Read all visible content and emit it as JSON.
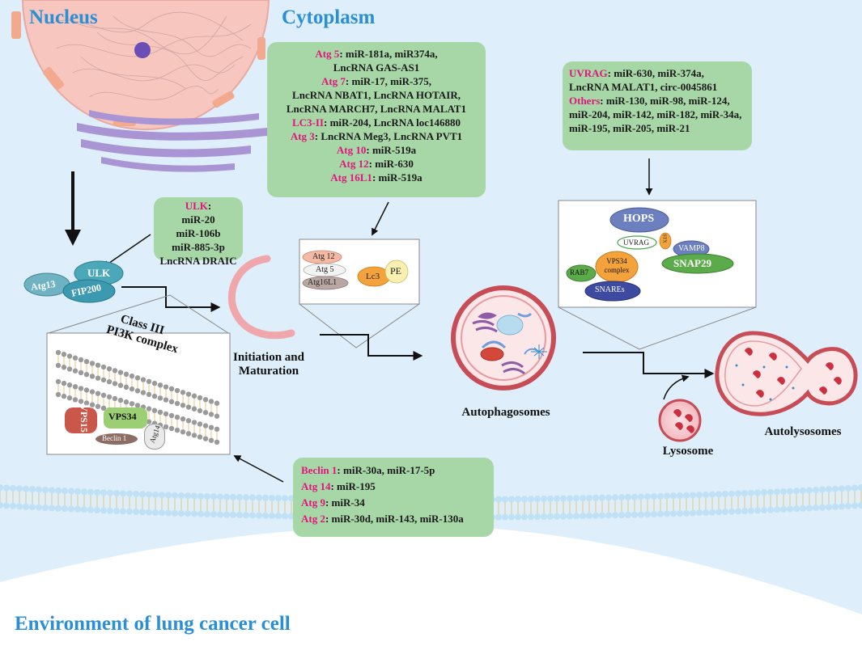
{
  "titles": {
    "nucleus": "Nucleus",
    "cytoplasm": "Cytoplasm",
    "environment": "Environment of lung cancer cell"
  },
  "box_atg": {
    "rows": [
      {
        "key": "Atg 5",
        "text": ": miR-181a, miR374a,"
      },
      {
        "key": "",
        "text": "LncRNA GAS-AS1"
      },
      {
        "key": "Atg 7",
        "text": ": miR-17, miR-375,"
      },
      {
        "key": "",
        "text": "LncRNA NBAT1, LncRNA HOTAIR,"
      },
      {
        "key": "",
        "text": "LncRNA MARCH7, LncRNA MALAT1"
      },
      {
        "key": "LC3-II",
        "text": ": miR-204, LncRNA loc146880"
      },
      {
        "key": "Atg 3",
        "text": ": LncRNA Meg3, LncRNA PVT1"
      },
      {
        "key": "Atg 10",
        "text": ": miR-519a"
      },
      {
        "key": "Atg 12",
        "text": ": miR-630"
      },
      {
        "key": "Atg 16L1",
        "text": ": miR-519a"
      }
    ]
  },
  "box_uvrag": {
    "rows": [
      {
        "key": "UVRAG",
        "text": ": miR-630, miR-374a,"
      },
      {
        "key": "",
        "text": "LncRNA MALAT1, circ-0045861"
      },
      {
        "key": "Others",
        "text": ": miR-130, miR-98, miR-124,"
      },
      {
        "key": "",
        "text": "miR-204, miR-142, miR-182, miR-34a,"
      },
      {
        "key": "",
        "text": "miR-195, miR-205, miR-21"
      }
    ]
  },
  "box_ulk": {
    "key": "ULK",
    "rows": [
      "miR-20",
      "miR-106b",
      "miR-885-3p",
      "LncRNA DRAIC"
    ]
  },
  "box_beclin": {
    "rows": [
      {
        "key": "Beclin 1",
        "text": ": miR-30a, miR-17-5p"
      },
      {
        "key": "Atg 14",
        "text": ": miR-195"
      },
      {
        "key": "Atg 9",
        "text": ": miR-34"
      },
      {
        "key": "Atg 2",
        "text": ": miR-30d, miR-143, miR-130a"
      }
    ]
  },
  "ulk_complex": {
    "ulk": "ULK",
    "atg13": "Atg13",
    "fip200": "FIP200"
  },
  "pi3k": {
    "title_line1": "Class III",
    "title_line2": "PI3K complex",
    "vps15": "VPS15",
    "vps34": "VPS34",
    "beclin": "Beclin 1",
    "atg14": "Atg14"
  },
  "conjugation": {
    "atg12": "Atg 12",
    "atg5": "Atg 5",
    "atg16l1": "Atg16L1",
    "lc3": "Lc3",
    "pe": "PE"
  },
  "fusion": {
    "hops": "HOPS",
    "uvrag": "UVRAG",
    "stx": "STX",
    "vamp8": "VAMP8",
    "snap29": "SNAP29",
    "rab7": "RAB7",
    "vps34_line1": "VPS34",
    "vps34_line2": "complex",
    "snares": "SNAREs"
  },
  "captions": {
    "initiation_line1": "Initiation and",
    "initiation_line2": "Maturation",
    "autophagosomes": "Autophagosomes",
    "lysosome": "Lysosome",
    "autolysosomes": "Autolysosomes"
  },
  "colors": {
    "key_text": "#e0157d",
    "box_fill": "#a7d7a7",
    "title_blue": "#2b8fd6",
    "background": "#deeefa"
  }
}
